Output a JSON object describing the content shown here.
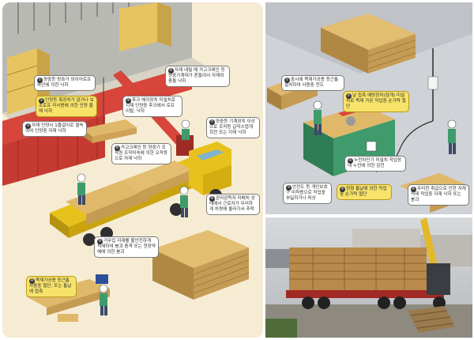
{
  "colors": {
    "left_background": "#f6ecd3",
    "timber_yellow": "#e8c460",
    "form_red": "#d8453a",
    "truck_yellow": "#e7c21c",
    "workshop_gray": "#cfd2d6",
    "table_saw_green": "#3f9b6b"
  },
  "left_panel": {
    "callouts": [
      {
        "num": "①",
        "text": "양중등 방호가 와이어로프 파단에 의한 낙하"
      },
      {
        "num": "②",
        "text": "인양등 훅장치가 없거나 보조로프 미사용에 의한 인양 물체 낙하"
      },
      {
        "num": "③",
        "text": "자재 인양시 1줄걸이로 결속하여 인양중 자재 낙하"
      },
      {
        "num": "④",
        "text": "자재 내릴 때 카고크레인 등 양중기계대가 흔들려서 자재와 충돌 낙하"
      },
      {
        "num": "⑤",
        "text": "후크 해지장치 미설치로 지재 인양중 후크에서 로프 이탈, 낙하"
      },
      {
        "num": "⑥",
        "text": "카고크레인 등 양중기 조작원 조작미숙에 의한 오작동으로 자재 낙하"
      },
      {
        "num": "⑦",
        "text": "양중등 기계장치 이상으로 조작등 급작스럽게 회전 또는 지재 낙하"
      },
      {
        "num": "⑧",
        "text": "관리감독자 미배치 상태에서 근로자가 무리하게 차량에 올라가서 추락"
      },
      {
        "num": "⑨",
        "text": "거무집 자재를 불안전하게 적재하여 붕괴 충격 또는 현장약해에 의한 붕괴"
      },
      {
        "num": "⑩",
        "text": "목재가공용 등근톱 사용중 절단, 또는 톱날에 접촉"
      }
    ]
  },
  "top_right_panel": {
    "callouts": [
      {
        "num": "①",
        "text": "중시에 목재가공용 등근톱 설치하여 사용중 전도"
      },
      {
        "num": "②",
        "text": "날 접촉 예방장치(덮개) 미설치로 목재 가공 작업중 손가락 절단"
      },
      {
        "num": "③",
        "text": "안전도 등 개인보호구 미착용으로 작업중 부딟히거나 피상"
      },
      {
        "num": "④",
        "text": "누전차단기 미설치 작업장 내 누전에 의한 감전"
      },
      {
        "num": "⑤",
        "text": "원형 톱날에 의한 작업중 손가락 절단"
      },
      {
        "num": "⑥",
        "text": "무리한 취급으로 인한 자재 적재 작업중 자재 낙하 또는 붕괴"
      }
    ]
  }
}
